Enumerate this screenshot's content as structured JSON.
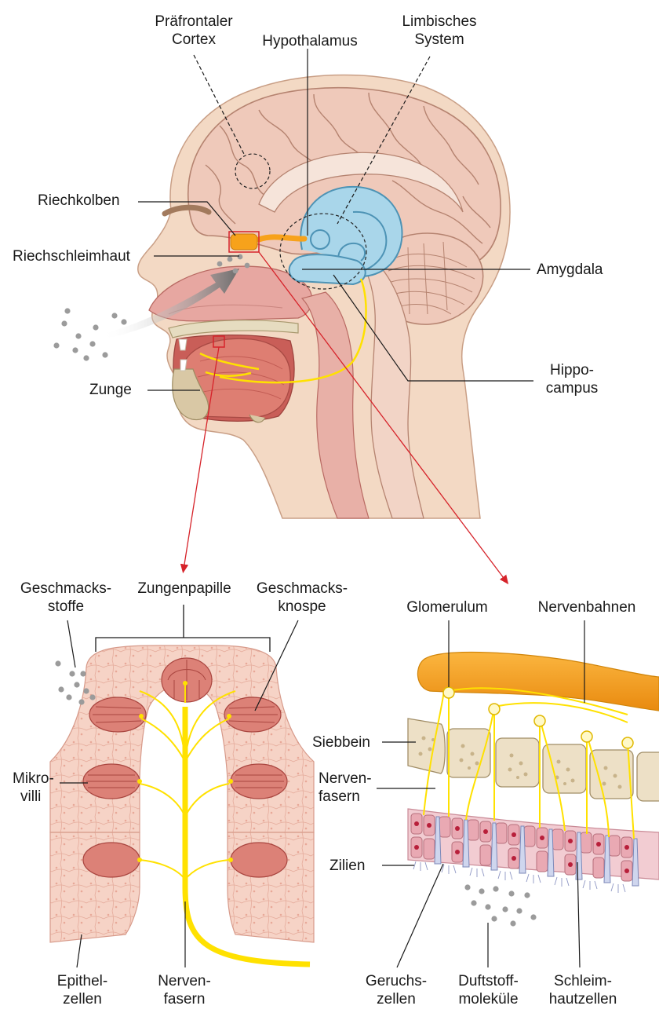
{
  "labels": {
    "praefrontaler_cortex": [
      "Präfrontaler",
      "Cortex"
    ],
    "hypothalamus": "Hypothalamus",
    "limbisches_system": [
      "Limbisches",
      "System"
    ],
    "riechkolben": "Riechkolben",
    "riechschleimhaut": "Riechschleimhaut",
    "amygdala": "Amygdala",
    "hippocampus": [
      "Hippo-",
      "campus"
    ],
    "zunge": "Zunge",
    "geschmacksstoffe": [
      "Geschmacks-",
      "stoffe"
    ],
    "zungenpapille": "Zungenpapille",
    "geschmacksknospe": [
      "Geschmacks-",
      "knospe"
    ],
    "mikrovilli": [
      "Mikro-",
      "villi"
    ],
    "epithelzellen": [
      "Epithel-",
      "zellen"
    ],
    "nervenfasern_left": [
      "Nerven-",
      "fasern"
    ],
    "glomerulum": "Glomerulum",
    "nervenbahnen": "Nervenbahnen",
    "siebbein": "Siebbein",
    "nervenfasern_right": [
      "Nerven-",
      "fasern"
    ],
    "zilien": "Zilien",
    "geruchszellen": [
      "Geruchs-",
      "zellen"
    ],
    "duftstoffmolekuele": [
      "Duftstoff-",
      "moleküle"
    ],
    "schleimhautzellen": [
      "Schleim-",
      "hautzellen"
    ]
  },
  "colors": {
    "skin": "#f3d9c4",
    "brain": "#efc9ba",
    "limbic_blue": "#a9d6ea",
    "nerve_yellow": "#ffe100",
    "bulb_orange": "#f7a21b",
    "tissue_red": "#d9786e",
    "pointer_red": "#d6232a"
  }
}
